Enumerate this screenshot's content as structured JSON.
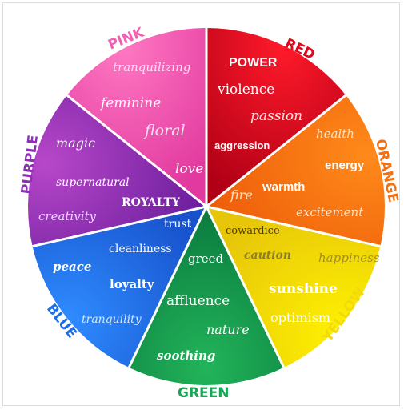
{
  "colors": {
    "red": "#e0061b",
    "orange": "#f5700f",
    "yellow": "#f4d90a",
    "green": "#17a655",
    "blue": "#1d6ee6",
    "purple": "#8f2fb8",
    "pink": "#f060b4",
    "divider": "#ffffff"
  },
  "segments": [
    {
      "id": "red",
      "label": "RED",
      "words": [
        "POWER",
        "violence",
        "passion",
        "aggression"
      ]
    },
    {
      "id": "orange",
      "label": "ORANGE",
      "words": [
        "health",
        "energy",
        "warmth",
        "fire",
        "excitement"
      ]
    },
    {
      "id": "yellow",
      "label": "YELLOW",
      "words": [
        "cowardice",
        "caution",
        "happiness",
        "sunshine",
        "optimism"
      ]
    },
    {
      "id": "green",
      "label": "GREEN",
      "words": [
        "greed",
        "affluence",
        "nature",
        "soothing"
      ]
    },
    {
      "id": "blue",
      "label": "BLUE",
      "words": [
        "trust",
        "cleanliness",
        "peace",
        "loyalty",
        "tranquility"
      ]
    },
    {
      "id": "purple",
      "label": "PURPLE",
      "words": [
        "magic",
        "supernatural",
        "ROYALTY",
        "creativity"
      ]
    },
    {
      "id": "pink",
      "label": "PINK",
      "words": [
        "tranquilizing",
        "feminine",
        "floral",
        "love"
      ]
    }
  ]
}
